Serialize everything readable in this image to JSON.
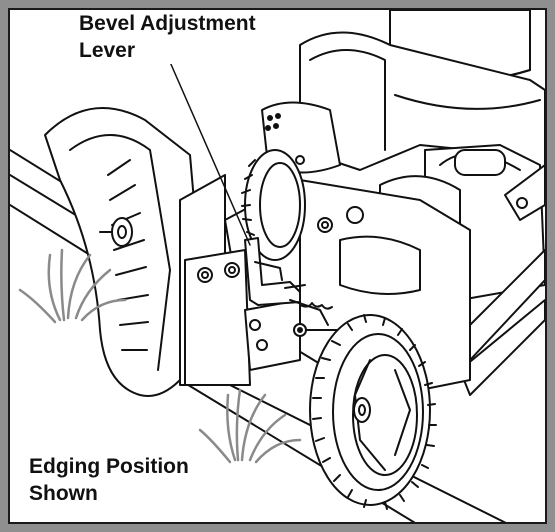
{
  "callouts": {
    "bevel_lever": {
      "line1": "Bevel Adjustment",
      "line2": "Lever"
    },
    "position_note": {
      "line1": "Edging Position",
      "line2": "Shown"
    }
  },
  "colors": {
    "frame": "#8f8f8f",
    "ink": "#111111",
    "grass": "#8a8a8a",
    "background": "#ffffff"
  }
}
